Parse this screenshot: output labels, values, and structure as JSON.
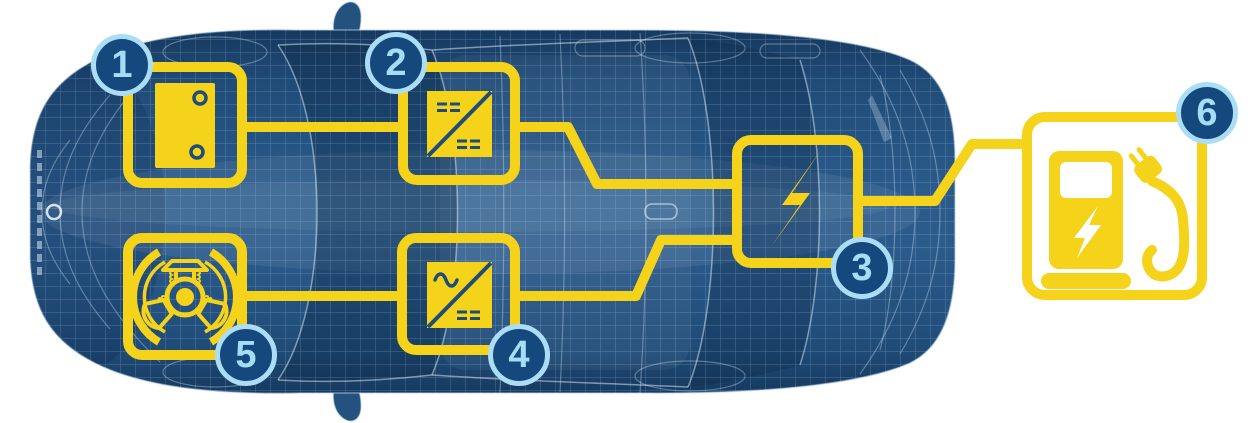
{
  "diagram": {
    "type": "ev-powertrain-charging-diagram",
    "background": "#FFFFFF",
    "colors": {
      "accent_yellow": "#F5D31B",
      "car_navy": "#1F4E7D",
      "badge_fill": "#15497E",
      "badge_ring": "#ABDEF6",
      "badge_number": "#A5DCF6",
      "wireframe_line": "#CFE3F7"
    },
    "car": {
      "style": "blueprint-wireframe",
      "view": "top-down",
      "icon": "car-top-view-wireframe"
    },
    "components": [
      {
        "number": "1",
        "icon": "battery-module-icon"
      },
      {
        "number": "2",
        "icon": "dc-dc-converter-icon"
      },
      {
        "number": "3",
        "icon": "charge-port-lightning-icon"
      },
      {
        "number": "4",
        "icon": "ac-dc-inverter-icon"
      },
      {
        "number": "5",
        "icon": "electric-motor-icon"
      },
      {
        "number": "6",
        "icon": "ev-charging-station-icon"
      }
    ],
    "connections": [
      {
        "from": "1",
        "to": "2"
      },
      {
        "from": "5",
        "to": "4"
      },
      {
        "from": "2",
        "to": "3"
      },
      {
        "from": "4",
        "to": "3"
      },
      {
        "from": "3",
        "to": "6"
      }
    ]
  }
}
